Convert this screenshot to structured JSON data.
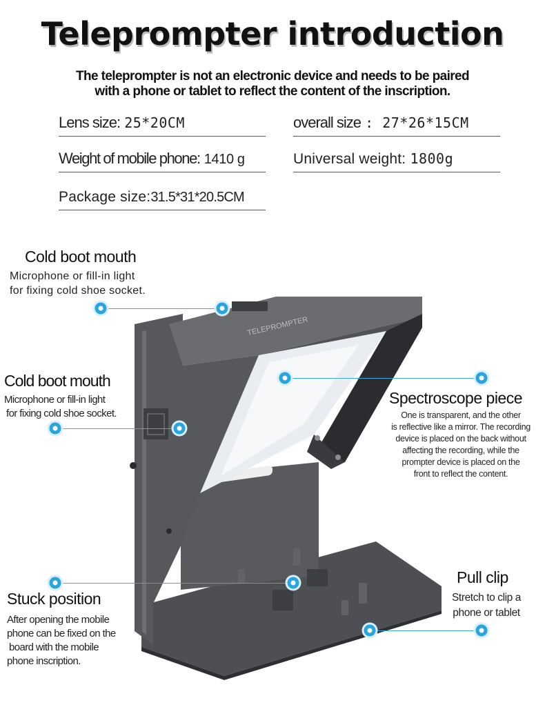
{
  "title": "Teleprompter introduction",
  "subtitle": {
    "line1": "The teleprompter is not an electronic device and needs to be paired",
    "line2": "with a phone or tablet to reflect the content of the inscription."
  },
  "specs": {
    "lens_size": {
      "label": "Lens size:",
      "value": "25*20CM"
    },
    "overall_size": {
      "label": "overall size",
      "value": ": 27*26*15CM"
    },
    "phone_weight": {
      "label": "Weight of mobile phone:",
      "value": "1410 g"
    },
    "universal_weight": {
      "label": "Universal weight:",
      "value": "1800g"
    },
    "package_size": {
      "label": "Package size:",
      "value": "31.5*31*20.5CM"
    }
  },
  "callouts": {
    "cold_boot_top": {
      "title": "Cold boot mouth",
      "desc1": "Microphone or fill-in light",
      "desc2": "for fixing cold shoe socket."
    },
    "cold_boot_side": {
      "title": "Cold boot mouth",
      "desc1": "Microphone or fill-in light",
      "desc2": "for fixing cold shoe socket."
    },
    "spectroscope": {
      "title": "Spectroscope piece",
      "desc1": "One is transparent, and the other",
      "desc2": "is reflective like a mirror. The recording",
      "desc3": "device is placed on the back without",
      "desc4": "affecting the recording, while the",
      "desc5": "prompter device is placed on the",
      "desc6": "front to reflect the content."
    },
    "stuck_position": {
      "title": "Stuck position",
      "desc1": "After opening the mobile",
      "desc2": "phone can be fixed on the",
      "desc3": "board with the mobile",
      "desc4": "phone inscription."
    },
    "pull_clip": {
      "title": "Pull clip",
      "desc1": "Stretch to clip a",
      "desc2": "phone or tablet"
    }
  },
  "product": {
    "hood_label": "TELEPROMPTER"
  },
  "colors": {
    "accent": "#2aa4df",
    "device_body": "#5b5d61",
    "device_dark": "#2f3033"
  }
}
